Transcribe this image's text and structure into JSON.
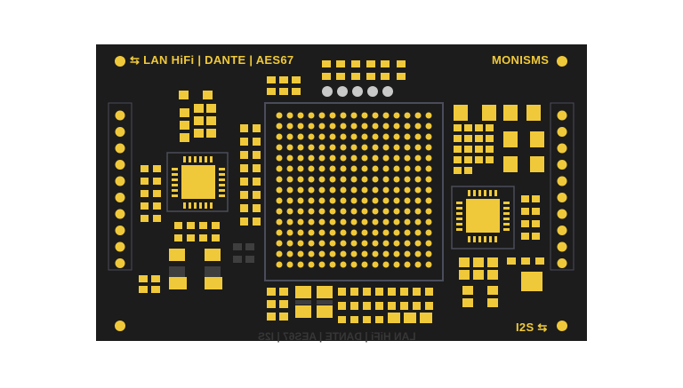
{
  "board": {
    "top_left_label": "LAN HiFi | DANTE | AES67",
    "top_right_label": "MONISMS",
    "bottom_right_label": "I2S",
    "bottom_mirror_label": "LAN HiFi | DANTE | AES67 | I2S",
    "arrow_glyph": "⇆"
  },
  "colors": {
    "board": "#1c1c1c",
    "copper": "#f0c93a",
    "silkscreen": "#f0c93a",
    "outline": "#4a4d5a",
    "via": "#c9c9c9",
    "pad_gray": "#3e3e3e"
  }
}
